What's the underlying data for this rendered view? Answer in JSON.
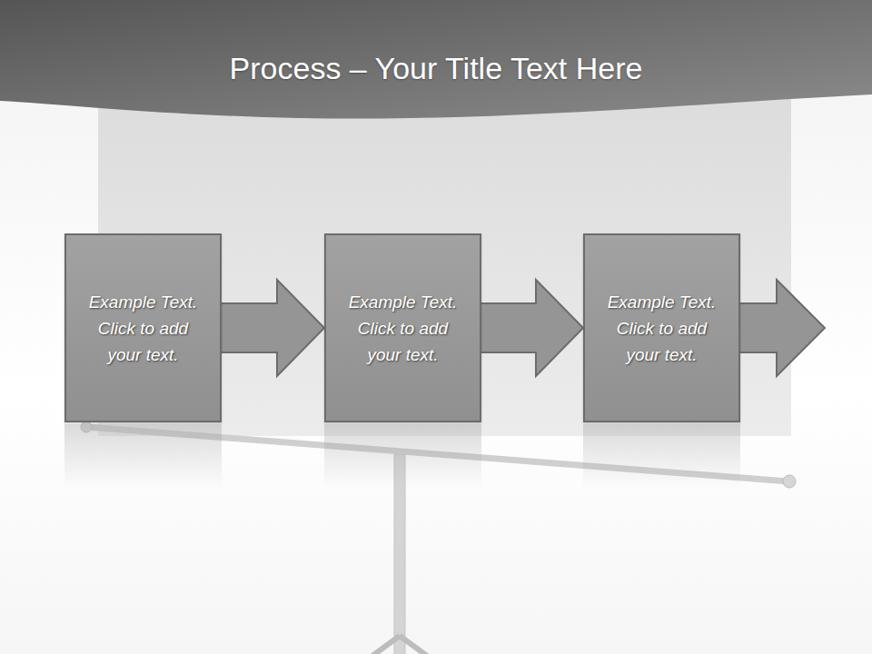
{
  "diagram": {
    "title": "Process – Your Title Text Here",
    "nodes": [
      {
        "text": [
          "Example Text. Click to add your text."
        ]
      },
      {
        "text": [
          "Example Text. Click to add your text."
        ]
      },
      {
        "text": [
          "Example Text. Click to add your text."
        ]
      }
    ],
    "edges": [
      {
        "from": 0,
        "to": 1,
        "arrow": "to"
      },
      {
        "from": 1,
        "to": 2,
        "arrow": "to"
      }
    ]
  }
}
